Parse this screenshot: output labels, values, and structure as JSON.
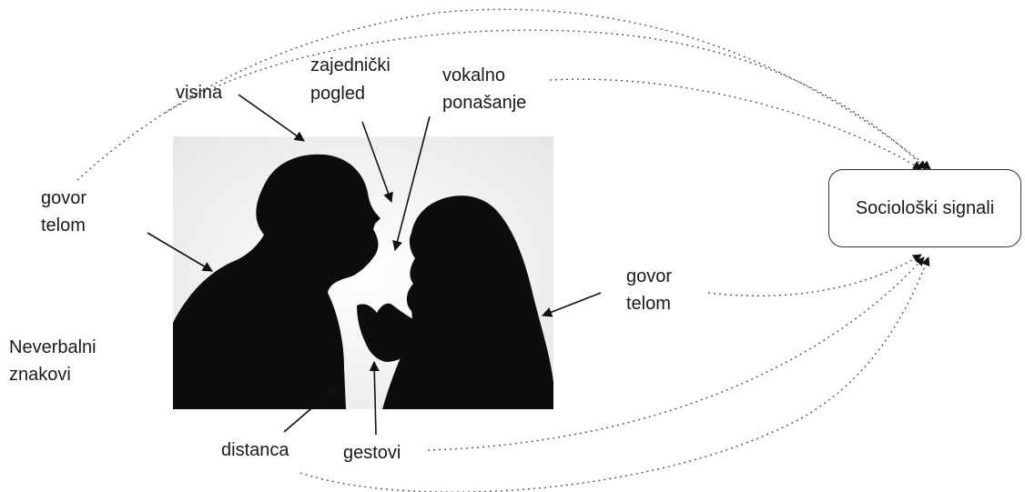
{
  "labels": {
    "visina": "visina",
    "zajednicki_line1": "zajednički",
    "zajednicki_line2": "pogled",
    "vokalno_line1": "vokalno",
    "vokalno_line2": "ponašanje",
    "govor_left_line1": "govor",
    "govor_left_line2": "telom",
    "govor_right_line1": "govor",
    "govor_right_line2": "telom",
    "neverbalni_line1": "Neverbalni",
    "neverbalni_line2": "znakovi",
    "distanca": "distanca",
    "gestovi": "gestovi"
  },
  "signal_box": {
    "label": "Sociološki signali"
  },
  "colors": {
    "text": "#1a1a1a",
    "arrow": "#111111",
    "dotted": "#555555",
    "photo_background": "#ececec",
    "silhouette": "#0d0d0d"
  },
  "icons": {
    "photo": "couple-arguing-silhouette"
  }
}
